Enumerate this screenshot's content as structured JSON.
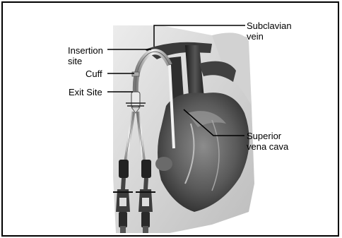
{
  "labels": {
    "insertion_site": [
      "Insertion",
      "site"
    ],
    "cuff": "Cuff",
    "exit_site": "Exit Site",
    "subclavian_vein": [
      "Subclavian",
      "vein"
    ],
    "superior_vena_cava": [
      "Superior",
      "vena cava"
    ]
  }
}
